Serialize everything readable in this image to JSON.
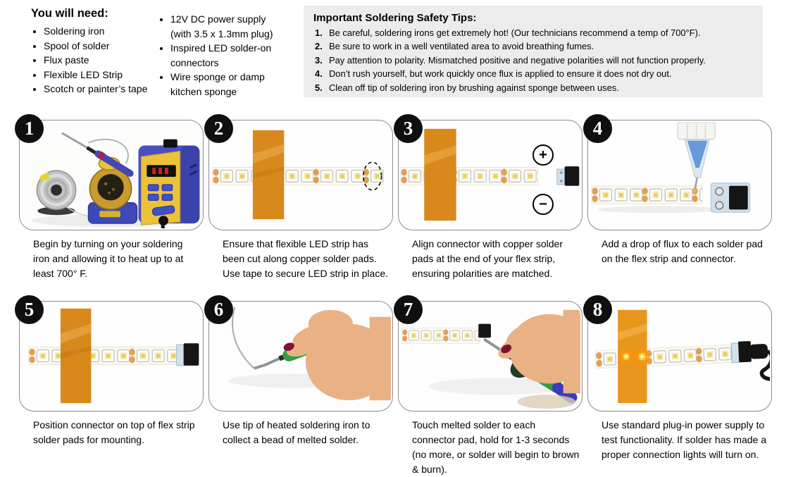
{
  "materials": {
    "title": "You will need:",
    "column1": [
      "Soldering iron",
      "Spool of solder",
      "Flux paste",
      "Flexible LED Strip",
      "Scotch or painter’s tape"
    ],
    "column2": [
      "12V DC power supply (with 3.5 x 1.3mm plug)",
      "Inspired LED solder-on connectors",
      "Wire sponge or damp kitchen sponge"
    ]
  },
  "safety": {
    "title": "Important Soldering Safety Tips:",
    "background_color": "#ececec",
    "tips": [
      {
        "num": "1.",
        "text": "Be careful, soldering irons get extremely hot! (Our technicians recommend a temp of 700°F)."
      },
      {
        "num": "2.",
        "text": "Be sure to work in a well ventilated area to avoid breathing fumes."
      },
      {
        "num": "3.",
        "text": "Pay attention to polarity. Mismatched positive and negative polarities will not function properly."
      },
      {
        "num": "4.",
        "text": "Don’t rush yourself, but work quickly once flux is applied to ensure it does not dry out."
      },
      {
        "num": "5.",
        "text": "Clean off tip of soldering iron by brushing against sponge between uses."
      }
    ]
  },
  "steps": [
    {
      "number": "1",
      "image": "soldering-station-photo",
      "caption": "Begin by turning on your soldering iron and allowing it to heat up to at least 700° F."
    },
    {
      "number": "2",
      "image": "taped-led-strip-with-cut-point-photo",
      "caption": "Ensure that flexible LED strip has been cut along copper solder pads. Use tape to secure LED strip in place."
    },
    {
      "number": "3",
      "image": "connector-alignment-photo",
      "polarity_plus": "+",
      "polarity_minus": "−",
      "caption": "Align connector with copper solder pads at the end of your flex strip, ensuring polarities are matched."
    },
    {
      "number": "4",
      "image": "flux-application-photo",
      "caption": "Add a drop of flux to each solder pad on the flex strip and connector."
    },
    {
      "number": "5",
      "image": "connector-positioned-photo",
      "caption": "Position connector on top of flex strip solder pads for mounting."
    },
    {
      "number": "6",
      "image": "solder-bead-on-iron-photo",
      "caption": "Use tip of heated soldering iron to collect a bead of melted solder."
    },
    {
      "number": "7",
      "image": "soldering-connector-pads-photo",
      "caption": "Touch melted solder to each connector pad, hold for 1-3 seconds (no more, or solder will begin to brown & burn)."
    },
    {
      "number": "8",
      "image": "power-supply-test-photo",
      "caption": "Use standard plug-in power supply to test functionality. If solder has made a proper connection lights will turn on."
    }
  ],
  "colors": {
    "badge": "#0f0f0f",
    "panel_border": "#8a8a8a",
    "tape_orange": "#d9881c",
    "tape_orange_bright": "#e8961e",
    "led_yellow": "#eccf4e",
    "copper_pad": "#dfa058",
    "station_blue": "#4a50c0",
    "station_yellow": "#ecc238",
    "handle_green": "#2fa043",
    "pcb_blue": "#cfe2ee",
    "connector_black": "#161616"
  }
}
